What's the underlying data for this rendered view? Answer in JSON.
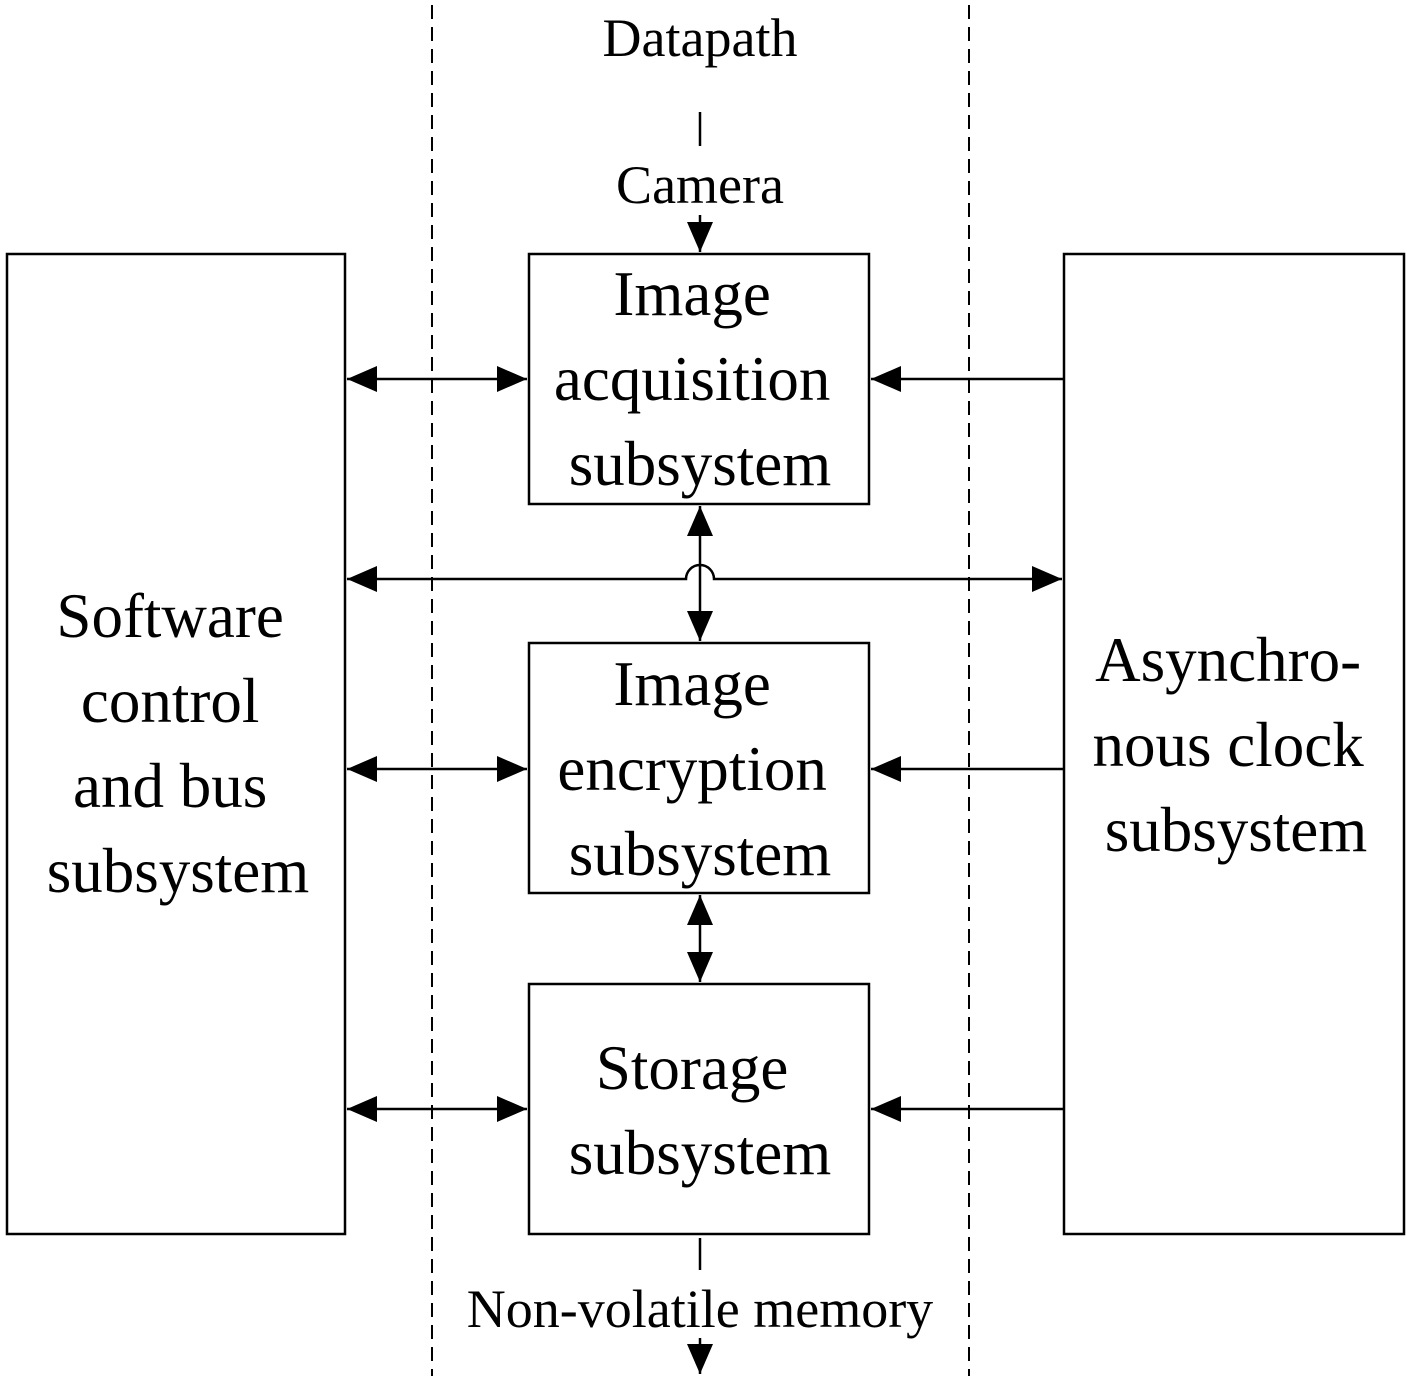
{
  "diagram": {
    "datapath_label": "Datapath",
    "camera_label": "Camera",
    "memory_label": "Non-volatile memory",
    "blocks": {
      "software": [
        "Software",
        "control",
        "and bus",
        "subsystem"
      ],
      "acquisition": [
        "Image",
        "acquisition",
        "subsystem"
      ],
      "encryption": [
        "Image",
        "encryption",
        "subsystem"
      ],
      "storage": [
        "Storage",
        "subsystem"
      ],
      "clock": [
        "Asynchro-",
        "nous clock",
        "subsystem"
      ]
    },
    "colors": {
      "stroke": "#000000",
      "background": "#ffffff"
    }
  }
}
